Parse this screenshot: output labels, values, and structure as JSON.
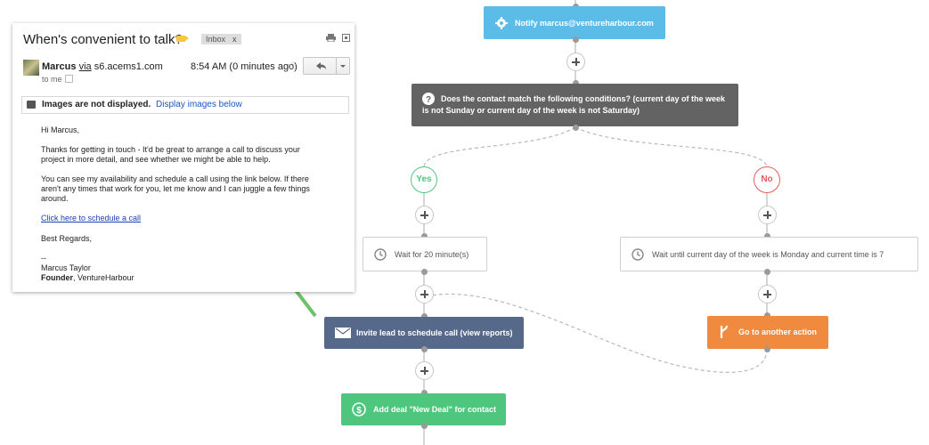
{
  "email": {
    "subject": "When's convenient to talk?",
    "inbox_label": "Inbox",
    "inbox_close": "x",
    "sender_name": "Marcus",
    "sender_via": "via",
    "sender_domain": "s6.acems1.com",
    "time": "8:54 AM (0 minutes ago)",
    "to": "to me",
    "images_notice": "Images are not displayed.",
    "images_link": "Display images below",
    "greeting": "Hi Marcus,",
    "paragraph1": [
      "Thanks for getting in touch - It'd be great to arrange a call to discuss your",
      "project in more detail, and see whether we might be able to help."
    ],
    "paragraph2": [
      "You can see my availability and schedule a call using the link below. If there",
      "aren't any times that work for you, let me know and I can juggle a few things",
      "around."
    ],
    "schedule_link": "Click here to schedule a call",
    "sign_off": "Best Regards,",
    "dashes": "--",
    "signature_name": "Marcus Taylor",
    "signature_title": "Founder",
    "signature_company": ", VentureHarbour"
  },
  "workflow": {
    "notify": "Notify marcus@ventureharbour.com",
    "condition_line1": "Does the contact match the following conditions? (current day of the week",
    "condition_line2": "is not Sunday or current day of the week is not Saturday)",
    "yes": "Yes",
    "no": "No",
    "wait_yes": "Wait for 20 minute(s)",
    "wait_no": "Wait until current day of the week is Monday and current time is 7",
    "invite": "Invite lead to schedule call (view reports)",
    "goto": "Go to another action",
    "deal": "Add deal \"New Deal\" for contact"
  },
  "colors": {
    "notify": "#5cbce8",
    "condition": "#636363",
    "invite": "#56698a",
    "goto": "#ef8a3f",
    "deal": "#4ec67d",
    "yes": "#4ec67d",
    "no": "#e85a5a",
    "arrow": "#6cc36a"
  }
}
